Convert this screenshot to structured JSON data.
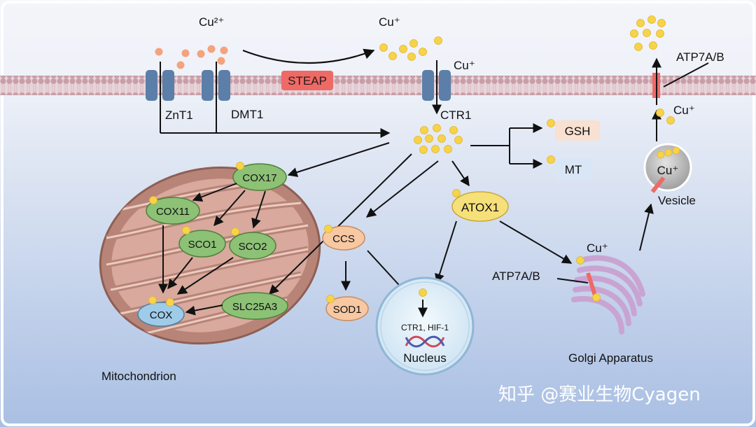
{
  "labels": {
    "cu2plus": "Cu²⁺",
    "cuplus_top": "Cu⁺",
    "cuplus_ctr1": "Cu⁺",
    "cuplus_golgi": "Cu⁺",
    "cuplus_exit": "Cu⁺",
    "cuplus_vesicle": "Cu⁺",
    "znt1": "ZnT1",
    "dmt1": "DMT1",
    "ctr1": "CTR1",
    "steap": "STEAP",
    "gsh": "GSH",
    "mt": "MT",
    "atox1": "ATOX1",
    "ccs": "CCS",
    "sod1": "SOD1",
    "nucleus_genes": "CTR1, HIF-1",
    "nucleus": "Nucleus",
    "cox17": "COX17",
    "cox11": "COX11",
    "sco1": "SCO1",
    "sco2": "SCO2",
    "slc25a3": "SLC25A3",
    "cox": "COX",
    "mitochondrion": "Mitochondrion",
    "atp7ab_golgi": "ATP7A/B",
    "atp7ab_exit": "ATP7A/B",
    "vesicle": "Vesicle",
    "golgi": "Golgi Apparatus"
  },
  "watermark": "知乎 @赛业生物Cyagen",
  "colors": {
    "copper_ion": "#f7d34a",
    "cupric_ion": "#f4a37e",
    "membrane": "#c99ea8",
    "transporter": "#5b7fa8",
    "steap": "#ee6a66",
    "mito_outer": "#b88478",
    "green_protein": "#8cc176",
    "atox1": "#f6e07a",
    "ccs": "#f8c8a2",
    "cox": "#9ecbe8",
    "golgi": "#c9a4d3",
    "nucleus": "#d8ebf6"
  }
}
